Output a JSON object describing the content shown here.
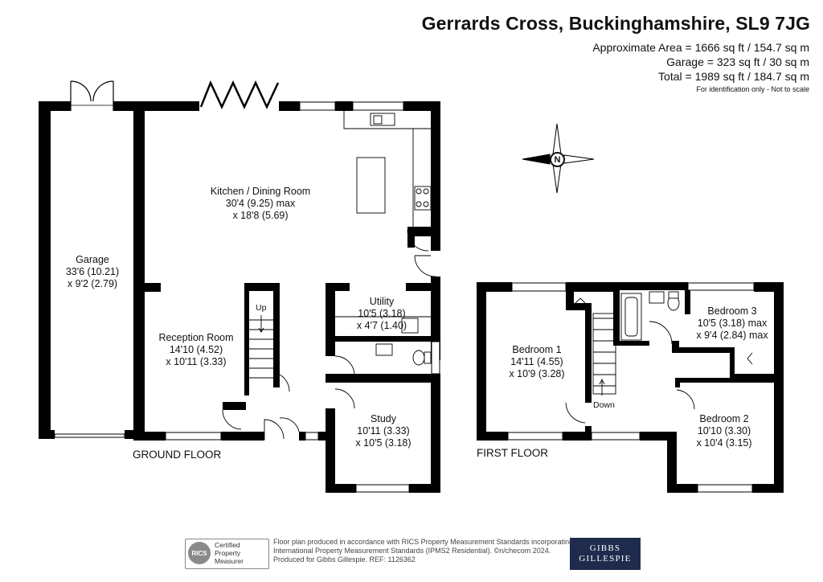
{
  "header": {
    "title": "Gerrards Cross, Buckinghamshire, SL9 7JG",
    "area_lines": [
      "Approximate Area = 1666 sq ft / 154.7 sq m",
      "Garage = 323 sq ft / 30 sq m",
      "Total = 1989 sq ft / 184.7 sq m"
    ],
    "note": "For identification only - Not to scale"
  },
  "compass": {
    "letter": "N",
    "icon": "compass-rose-icon",
    "pointing": "west"
  },
  "ground_floor": {
    "label": "GROUND FLOOR",
    "rooms": [
      {
        "name": "Garage",
        "lines": [
          "Garage",
          "33'6 (10.21)",
          "x 9'2 (2.79)"
        ]
      },
      {
        "name": "Kitchen / Dining Room",
        "lines": [
          "Kitchen /  Dining Room",
          "30'4 (9.25) max",
          "x 18'8 (5.69)"
        ]
      },
      {
        "name": "Utility",
        "lines": [
          "Utility",
          "10'5 (3.18)",
          "x 4'7 (1.40)"
        ]
      },
      {
        "name": "Reception Room",
        "lines": [
          "Reception Room",
          "14'10 (4.52)",
          "x 10'11 (3.33)"
        ]
      },
      {
        "name": "Study",
        "lines": [
          "Study",
          "10'11 (3.33)",
          "x 10'5 (3.18)"
        ]
      }
    ],
    "stairs_label": "Up"
  },
  "first_floor": {
    "label": "FIRST FLOOR",
    "rooms": [
      {
        "name": "Bedroom 1",
        "lines": [
          "Bedroom 1",
          "14'11 (4.55)",
          "x 10'9 (3.28)"
        ]
      },
      {
        "name": "Bedroom 3",
        "lines": [
          "Bedroom 3",
          "10'5 (3.18) max",
          "x 9'4 (2.84) max"
        ]
      },
      {
        "name": "Bedroom 2",
        "lines": [
          "Bedroom 2",
          "10'10 (3.30)",
          "x 10'4 (3.15)"
        ]
      }
    ],
    "stairs_label": "Down"
  },
  "footer": {
    "rics_badge": [
      "Certified",
      "Property",
      "Measurer"
    ],
    "rics_logo": "RICS",
    "lines": [
      "Floor plan produced in accordance with RICS Property Measurement Standards incorporating",
      "International Property Measurement Standards (IPMS2 Residential).  ©n/checom 2024.",
      "Produced for Gibbs Gillespie.   REF:  1126362"
    ],
    "brand_lines": [
      "GIBBS",
      "GILLESPIE"
    ]
  }
}
